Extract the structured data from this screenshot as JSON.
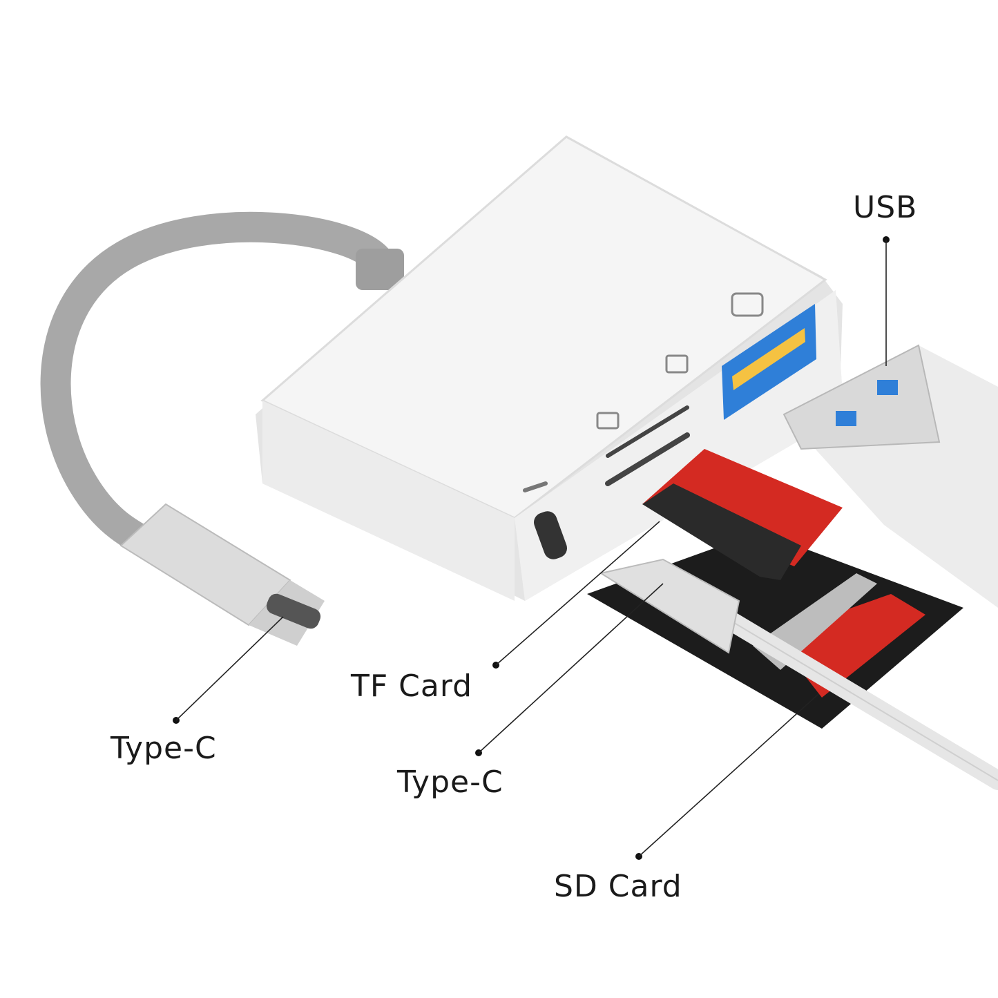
{
  "labels": {
    "usb": "USB",
    "tf_card": "TF Card",
    "type_c_left": "Type-C",
    "type_c_middle": "Type-C",
    "sd_card": "SD Card"
  },
  "colors": {
    "body": "#f2f2f2",
    "cable": "#a8a8a8",
    "usb_blue": "#2f7fd8",
    "card_red": "#d42a22",
    "card_black": "#1c1c1c"
  }
}
